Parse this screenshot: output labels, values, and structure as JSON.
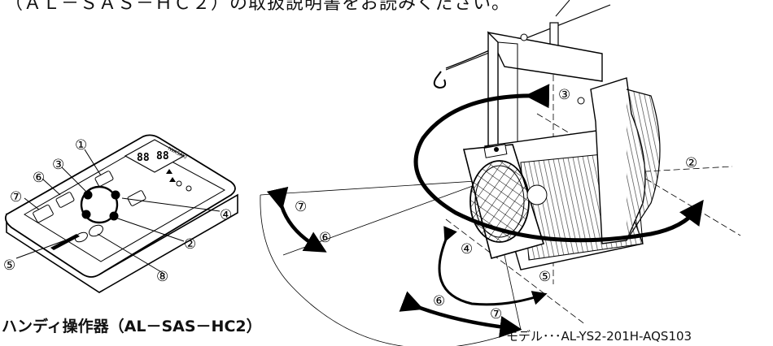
{
  "top_note": "（ＡＬ－ＳＡＳ－ＨＣ２）の取扱説明書をお読みください。",
  "caption": "ハンディ操作器（AL－SAS－HC2）",
  "model_label": "モデル･･･AL-YS2-201H-AQS103",
  "remote": {
    "callouts": [
      "①",
      "②",
      "③",
      "④",
      "⑤",
      "⑥",
      "⑦",
      "⑧"
    ],
    "display_digits": [
      "88",
      "88"
    ],
    "brand": "IWASAKI"
  },
  "fixture": {
    "callouts": [
      "②",
      "③",
      "④",
      "⑤",
      "⑥",
      "⑦",
      "⑥",
      "⑦"
    ]
  }
}
